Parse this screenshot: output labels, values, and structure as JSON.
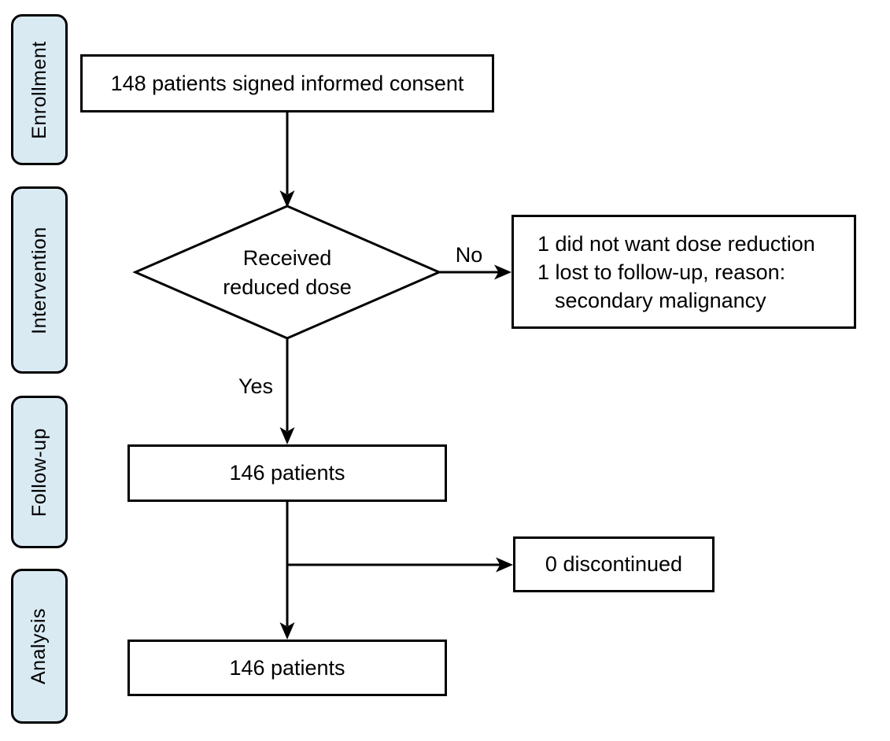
{
  "diagram": {
    "type": "flowchart",
    "stages": [
      {
        "label": "Enrollment"
      },
      {
        "label": "Intervention"
      },
      {
        "label": "Follow-up"
      },
      {
        "label": "Analysis"
      }
    ],
    "nodes": {
      "consent": {
        "text": "148 patients signed informed consent"
      },
      "decision": {
        "line1": "Received",
        "line2": "reduced dose"
      },
      "exclusions": {
        "line1": "1 did not want dose reduction",
        "line2": "1 lost to follow-up, reason:",
        "line3": "secondary malignancy"
      },
      "followup": {
        "text": "146 patients"
      },
      "discontinued": {
        "text": "0 discontinued"
      },
      "analysis": {
        "text": "146 patients"
      }
    },
    "edges": {
      "yes_label": "Yes",
      "no_label": "No"
    },
    "colors": {
      "stage_fill": "#d9eaf3",
      "stroke": "#000000",
      "background": "#ffffff"
    }
  }
}
